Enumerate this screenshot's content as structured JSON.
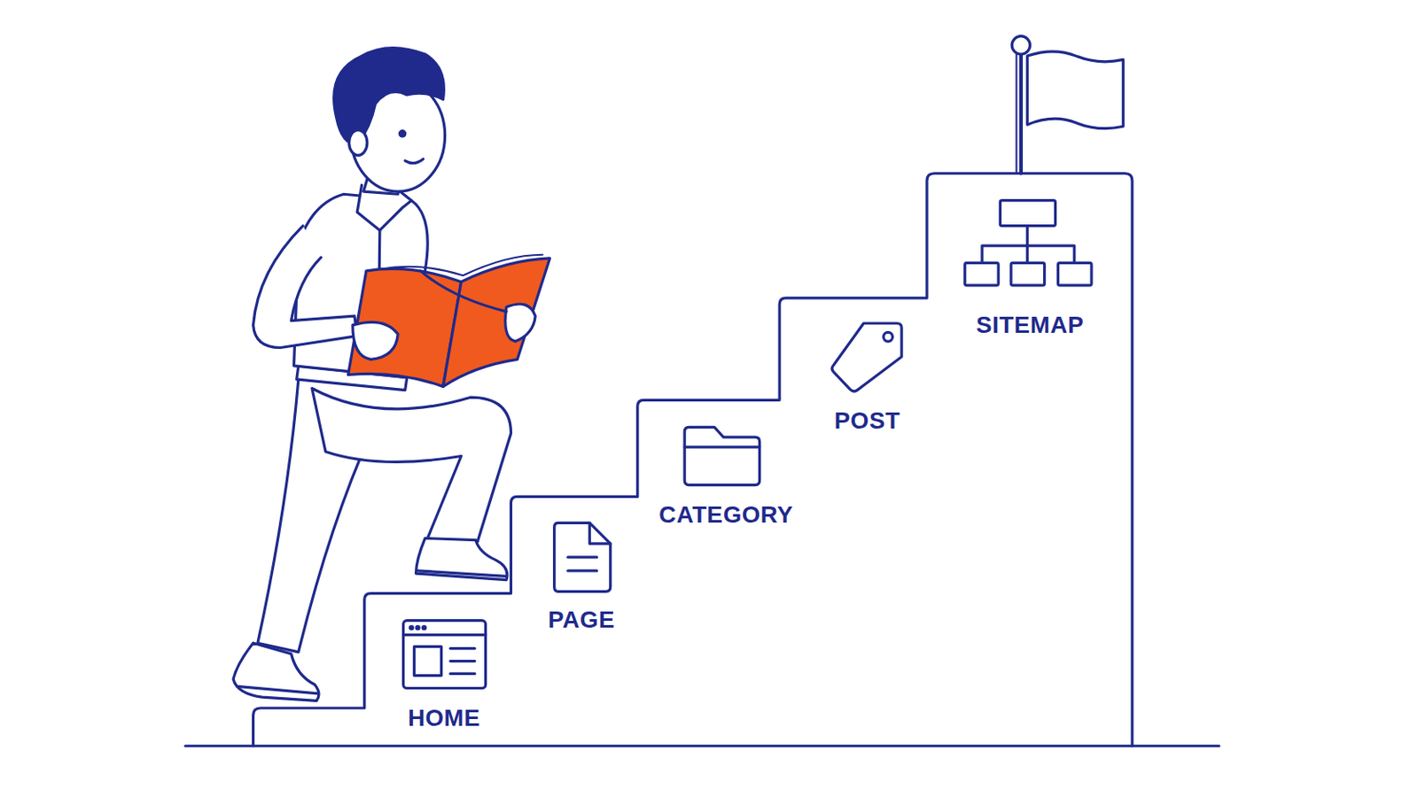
{
  "diagram": {
    "labels": [
      "HOME",
      "PAGE",
      "CATEGORY",
      "POST",
      "SITEMAP"
    ]
  }
}
